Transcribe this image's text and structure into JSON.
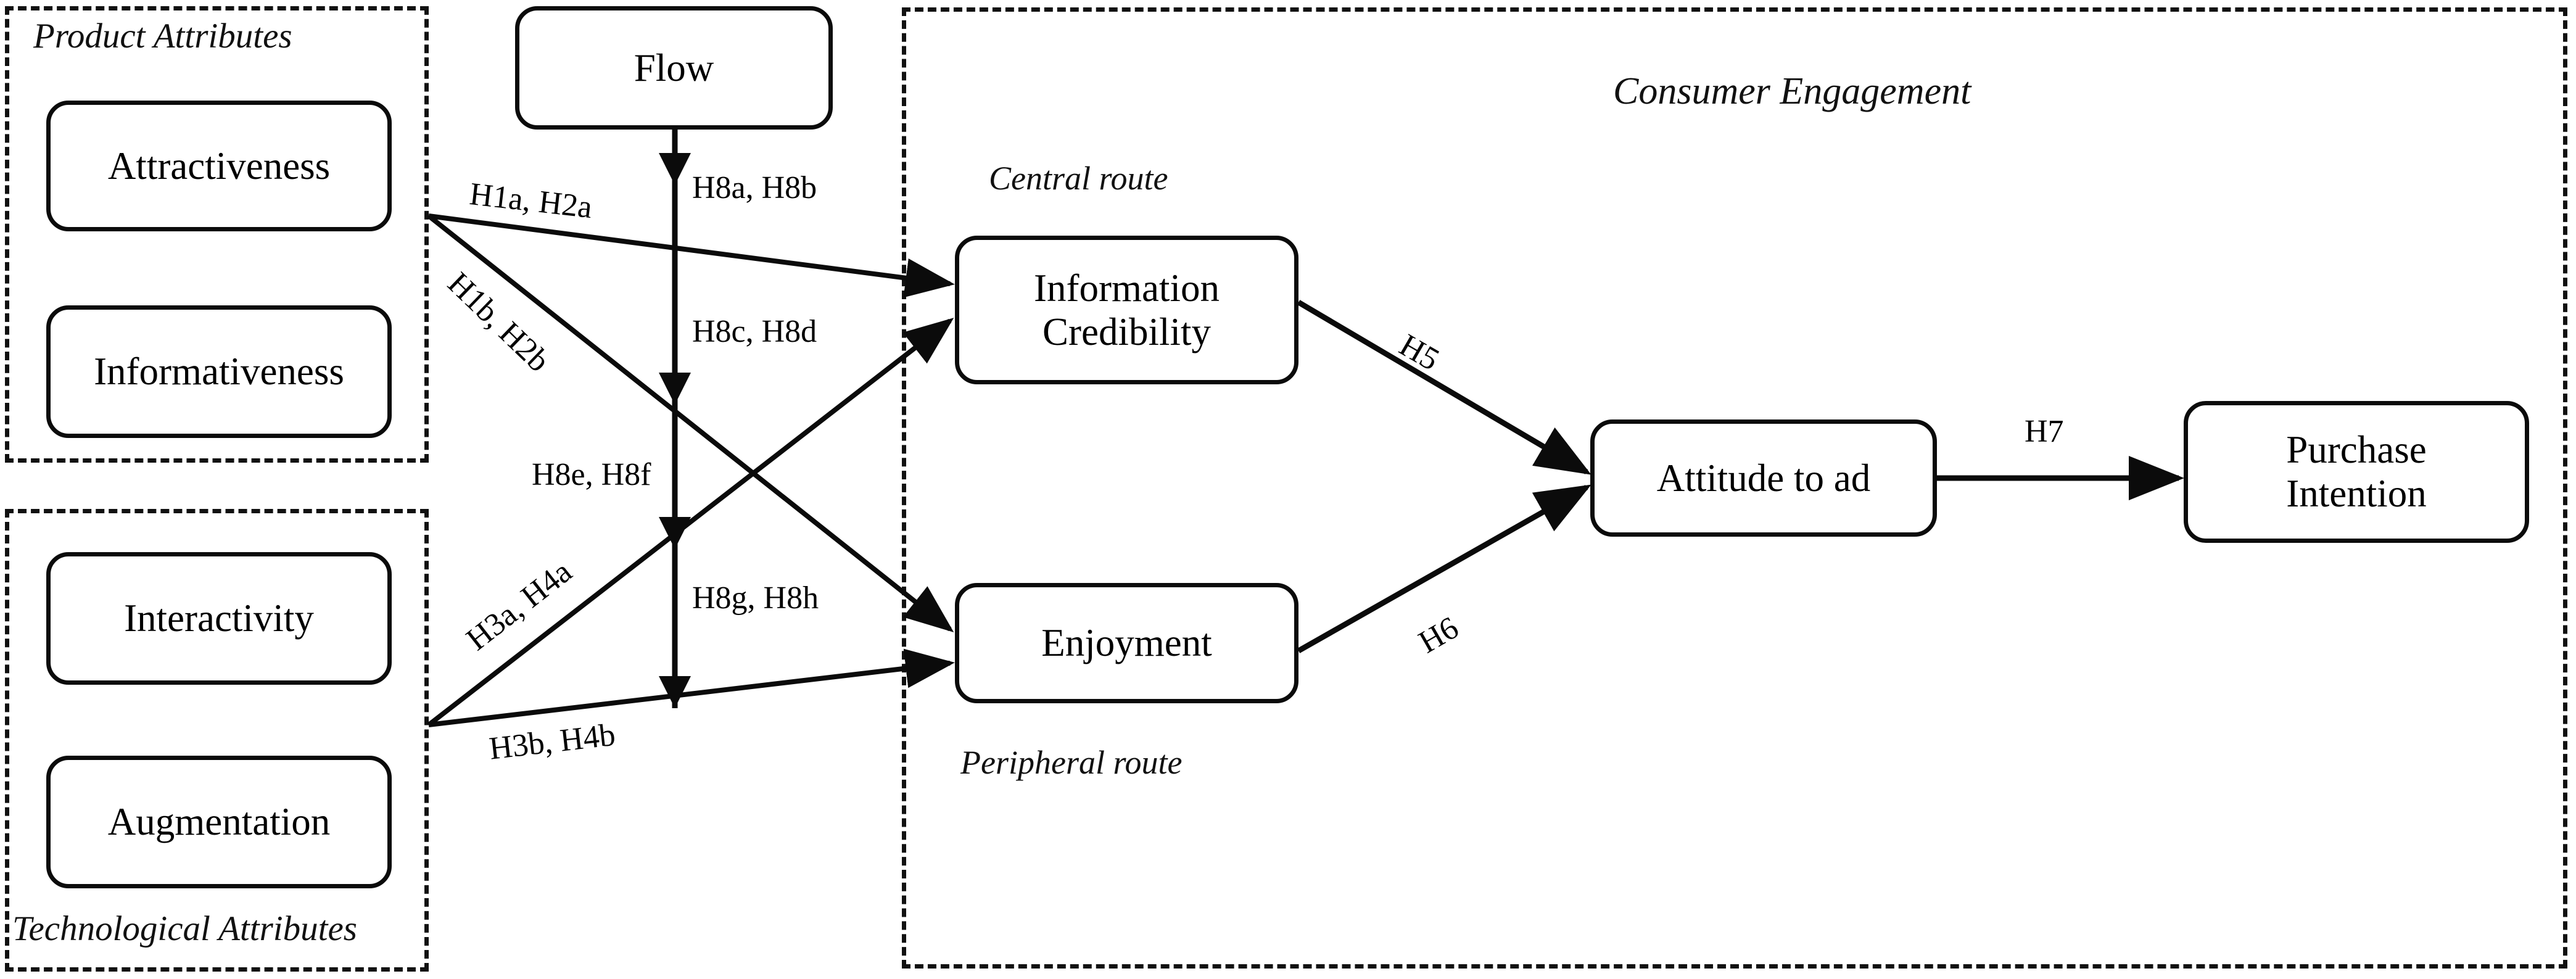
{
  "diagram": {
    "title_visible": false,
    "stroke_color": "#0b0b0b",
    "background_color": "#ffffff"
  },
  "groups": [
    {
      "id": "product-attributes",
      "caption": "Product Attributes",
      "caption_position": "top"
    },
    {
      "id": "technological-attributes",
      "caption": "Technological Attributes",
      "caption_position": "bottom"
    },
    {
      "id": "consumer-engagement",
      "caption": "Consumer Engagement",
      "caption_position": "top"
    }
  ],
  "nodes": [
    {
      "id": "attractiveness",
      "label": "Attractiveness"
    },
    {
      "id": "informativeness",
      "label": "Informativeness"
    },
    {
      "id": "interactivity",
      "label": "Interactivity"
    },
    {
      "id": "augmentation",
      "label": "Augmentation"
    },
    {
      "id": "flow",
      "label": "Flow"
    },
    {
      "id": "information-credibility",
      "label": "Information\nCredibility"
    },
    {
      "id": "enjoyment",
      "label": "Enjoyment"
    },
    {
      "id": "attitude-to-ad",
      "label": "Attitude to ad"
    },
    {
      "id": "purchase-intention",
      "label": "Purchase\nIntention"
    }
  ],
  "route_captions": {
    "central": "Central route",
    "peripheral": "Peripheral route"
  },
  "path_labels": {
    "h1a_h2a": "H1a, H2a",
    "h1b_h2b": "H1b, H2b",
    "h3a_h4a": "H3a, H4a",
    "h3b_h4b": "H3b, H4b",
    "h8a_h8b": "H8a, H8b",
    "h8c_h8d": "H8c, H8d",
    "h8e_h8f": "H8e, H8f",
    "h8g_h8h": "H8g, H8h",
    "h5": "H5",
    "h6": "H6",
    "h7": "H7"
  },
  "edges": [
    {
      "id": "e-attr-infocred",
      "from": "product-attributes",
      "to": "information-credibility",
      "label_key": "h1a_h2a"
    },
    {
      "id": "e-attr-enjoy",
      "from": "product-attributes",
      "to": "enjoyment",
      "label_key": "h1b_h2b"
    },
    {
      "id": "e-tech-infocred",
      "from": "technological-attributes",
      "to": "information-credibility",
      "label_key": "h3a_h4a"
    },
    {
      "id": "e-tech-enjoy",
      "from": "technological-attributes",
      "to": "enjoyment",
      "label_key": "h3b_h4b"
    },
    {
      "id": "e-flow-m1",
      "from": "flow",
      "to": "path-h1a-h2a",
      "label_key": "h8a_h8b"
    },
    {
      "id": "e-flow-m2",
      "from": "flow",
      "to": "path-h1b-h2b",
      "label_key": "h8c_h8d"
    },
    {
      "id": "e-flow-m3",
      "from": "flow",
      "to": "path-h3a-h4a",
      "label_key": "h8e_h8f"
    },
    {
      "id": "e-flow-m4",
      "from": "flow",
      "to": "path-h3b-h4b",
      "label_key": "h8g_h8h"
    },
    {
      "id": "e-infocred-att",
      "from": "information-credibility",
      "to": "attitude-to-ad",
      "label_key": "h5"
    },
    {
      "id": "e-enjoy-att",
      "from": "enjoyment",
      "to": "attitude-to-ad",
      "label_key": "h6"
    },
    {
      "id": "e-att-purchase",
      "from": "attitude-to-ad",
      "to": "purchase-intention",
      "label_key": "h7"
    }
  ]
}
